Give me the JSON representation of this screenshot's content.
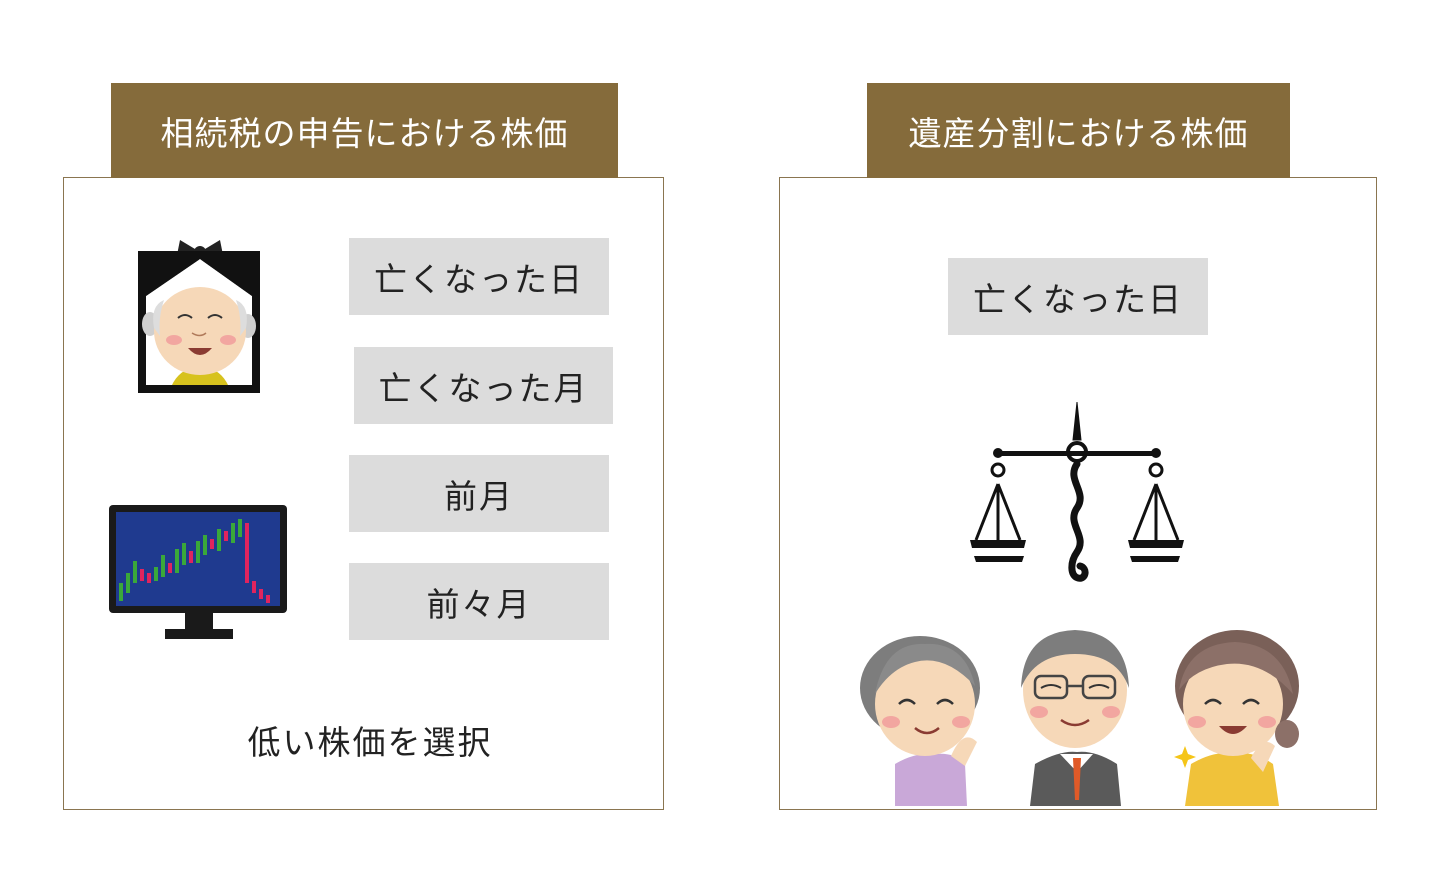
{
  "left_panel": {
    "header": "相続税の申告における株価",
    "options": [
      "亡くなった日",
      "亡くなった月",
      "前月",
      "前々月"
    ],
    "footer": "低い株価を選択"
  },
  "right_panel": {
    "header": "遺産分割における株価",
    "options": [
      "亡くなった日"
    ]
  },
  "icons": {
    "portrait": "memorial-portrait-icon",
    "stock_monitor": "stock-chart-monitor-icon",
    "scales": "balance-scale-icon",
    "family": "family-illustration"
  },
  "colors": {
    "header_bg": "#856b3b",
    "panel_border": "#8a7550",
    "label_bg": "#dcdcdc",
    "monitor_screen": "#1f3a8f",
    "candle_up": "#3aa83a",
    "candle_down": "#e0245e"
  }
}
